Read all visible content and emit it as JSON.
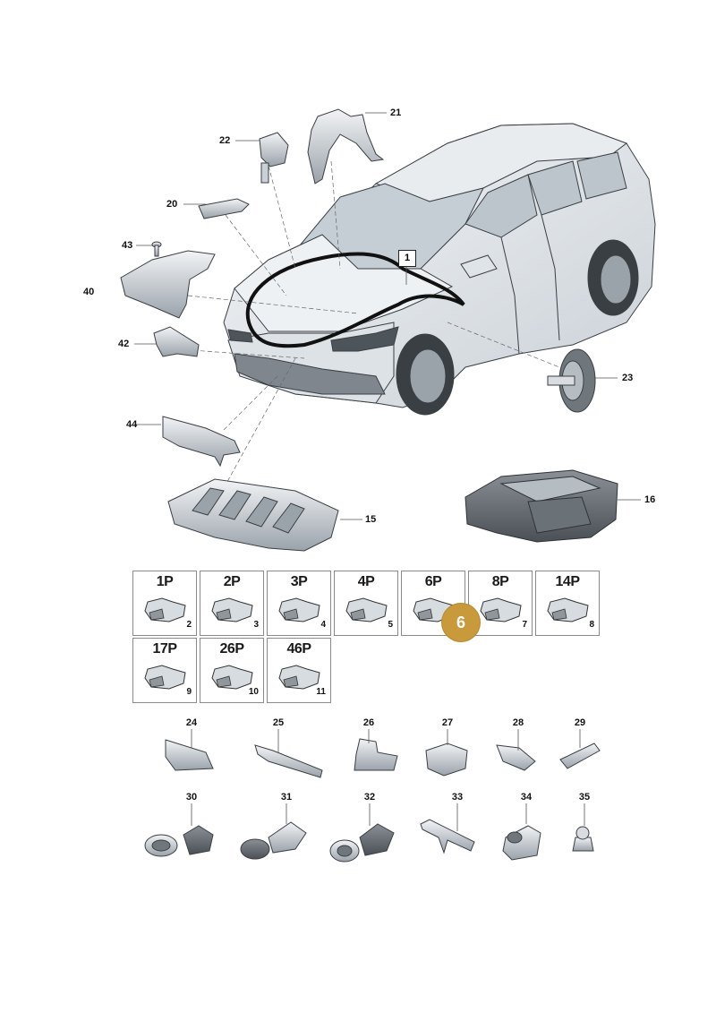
{
  "callouts": {
    "p1": "1",
    "p15": "15",
    "p16": "16",
    "p20": "20",
    "p21": "21",
    "p22": "22",
    "p23": "23",
    "p40": "40",
    "p42": "42",
    "p43": "43",
    "p44": "44",
    "p24": "24",
    "p25": "25",
    "p26": "26",
    "p27": "27",
    "p28": "28",
    "p29": "29",
    "p30": "30",
    "p31": "31",
    "p32": "32",
    "p33": "33",
    "p34": "34",
    "p35": "35"
  },
  "connectors": [
    {
      "pins": "1P",
      "num": "2"
    },
    {
      "pins": "2P",
      "num": "3"
    },
    {
      "pins": "3P",
      "num": "4"
    },
    {
      "pins": "4P",
      "num": "5"
    },
    {
      "pins": "6P",
      "num": ""
    },
    {
      "pins": "8P",
      "num": "7"
    },
    {
      "pins": "14P",
      "num": "8"
    },
    {
      "pins": "17P",
      "num": "9"
    },
    {
      "pins": "26P",
      "num": "10"
    },
    {
      "pins": "46P",
      "num": "11"
    }
  ],
  "badge": "6"
}
